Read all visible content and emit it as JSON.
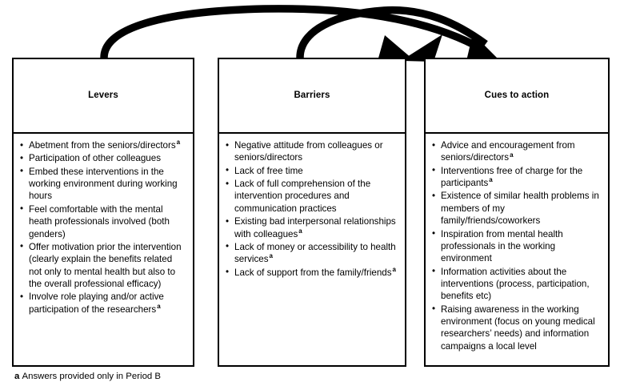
{
  "figure": {
    "type": "flow-diagram",
    "boxes": [
      {
        "id": "levers",
        "title": "Levers",
        "items": [
          {
            "text": "Abetment from the seniors/directors",
            "footnote": "a"
          },
          {
            "text": "Participation of other colleagues",
            "footnote": ""
          },
          {
            "text": "Embed these interventions in the working environment during working hours",
            "footnote": ""
          },
          {
            "text": "Feel comfortable with the mental heath professionals involved (both genders)",
            "footnote": ""
          },
          {
            "text": "Offer motivation prior the intervention (clearly explain the benefits related not only to mental health but also to the overall professional efficacy)",
            "footnote": ""
          },
          {
            "text": "Involve role playing and/or active participation of the researchers",
            "footnote": "a"
          }
        ]
      },
      {
        "id": "barriers",
        "title": "Barriers",
        "items": [
          {
            "text": "Negative attitude from colleagues or seniors/directors",
            "footnote": ""
          },
          {
            "text": "Lack of free time",
            "footnote": ""
          },
          {
            "text": "Lack of full comprehension of the intervention procedures and communication practices",
            "footnote": ""
          },
          {
            "text": "Existing bad interpersonal relationships with colleagues",
            "footnote": "a"
          },
          {
            "text": "Lack of money or accessibility to health services",
            "footnote": "a"
          },
          {
            "text": "Lack of support from the family/friends",
            "footnote": "a"
          }
        ]
      },
      {
        "id": "cues",
        "title": "Cues to action",
        "items": [
          {
            "text": "Advice and encouragement from seniors/directors",
            "footnote": "a"
          },
          {
            "text": "Interventions free of charge for the participants",
            "footnote": "a"
          },
          {
            "text": "Existence of similar health problems in members of my family/friends/coworkers",
            "footnote": ""
          },
          {
            "text": "Inspiration from mental health professionals in the working environment",
            "footnote": ""
          },
          {
            "text": "Information activities about the interventions (process, participation, benefits etc)",
            "footnote": ""
          },
          {
            "text": "Raising awareness in the working environment  (focus on young medical researchers’ needs) and information campaigns a local level",
            "footnote": ""
          }
        ]
      }
    ],
    "arrows": [
      {
        "id": "levers-to-cues",
        "from": "levers",
        "to": "cues",
        "style": "curved-arc"
      },
      {
        "id": "barriers-to-cues",
        "from": "barriers",
        "to": "cues",
        "style": "curved-arc"
      }
    ],
    "footnote": {
      "marker": "a",
      "text": "Answers provided only in Period B"
    },
    "colors": {
      "stroke": "#000000",
      "fill": "#ffffff",
      "text": "#000000"
    }
  }
}
